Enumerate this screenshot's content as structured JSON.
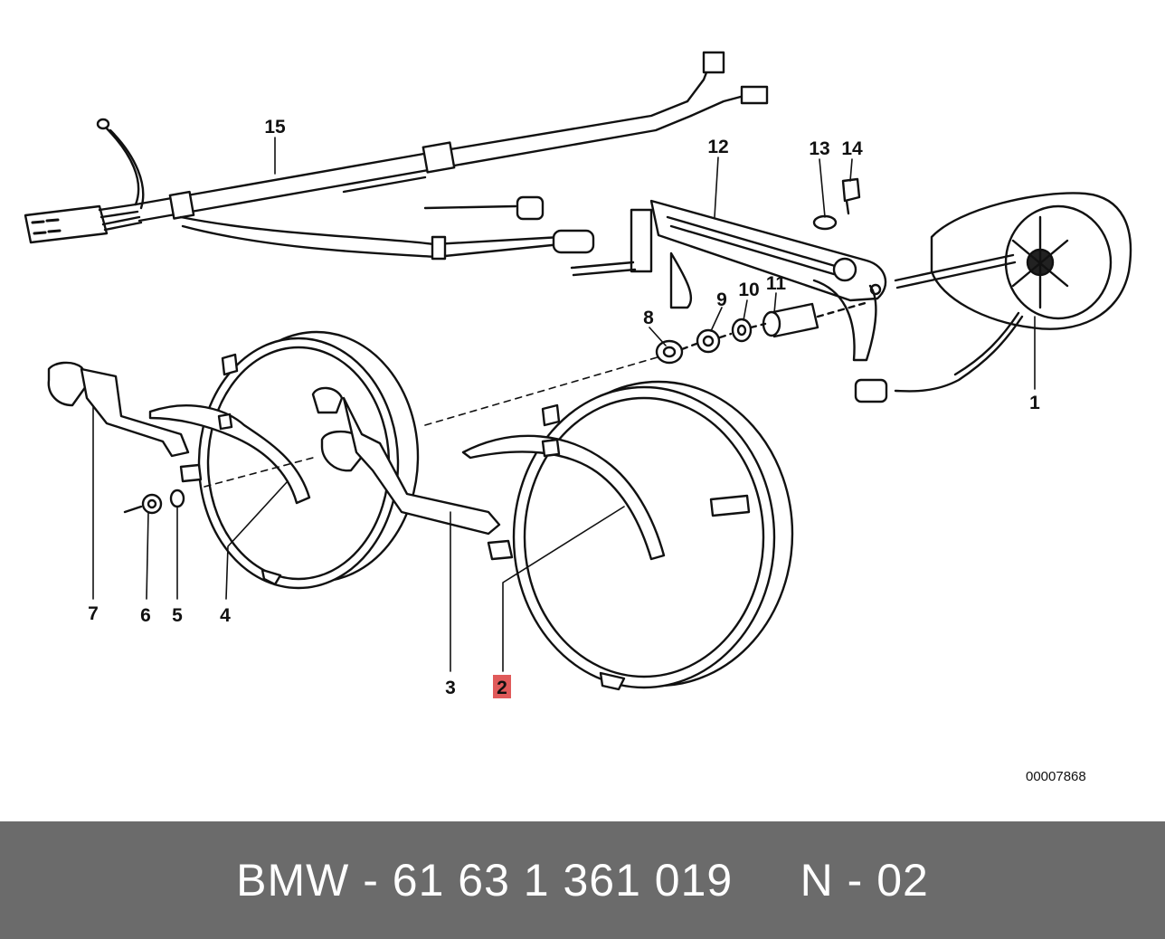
{
  "diagram": {
    "callouts": {
      "c1": "1",
      "c2": "2",
      "c3": "3",
      "c4": "4",
      "c5": "5",
      "c6": "6",
      "c7": "7",
      "c8": "8",
      "c9": "9",
      "c10": "10",
      "c11": "11",
      "c12": "12",
      "c13": "13",
      "c14": "14",
      "c15": "15"
    },
    "highlighted_callout": "2",
    "highlight_color": "#e05a5a",
    "reference_code": "00007868"
  },
  "footer": {
    "text": "BMW - 61 63 1 361 019     N - 02",
    "background_color": "#6b6b6b",
    "text_color": "#ffffff"
  }
}
